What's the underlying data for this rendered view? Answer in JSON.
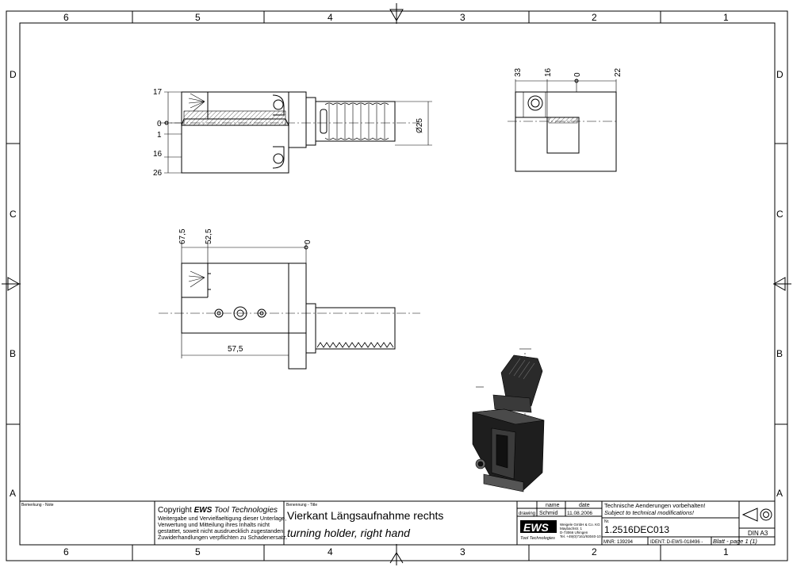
{
  "zones": {
    "columns": [
      "6",
      "5",
      "4",
      "3",
      "2",
      "1"
    ],
    "rows": [
      "D",
      "C",
      "B",
      "A"
    ]
  },
  "front_view": {
    "dims_left": [
      "17",
      "0",
      "1",
      "16",
      "26"
    ],
    "diameter": "Ø25"
  },
  "side_view": {
    "dims_top": [
      "33",
      "16",
      "0",
      "22"
    ]
  },
  "top_view": {
    "dims_top": [
      "67,5",
      "52,5",
      "0"
    ],
    "dim_bottom": "57,5"
  },
  "title_block": {
    "remark_label": "Bemerkung - Note",
    "copyright_prefix": "Copyright ",
    "copyright_brand": "EWS",
    "copyright_suffix": " Tool Technologies",
    "copyright_lines": [
      "Weitergabe und Vervielfaeltigung dieser Unterlage,",
      "Verwertung und Mitteilung ihres Inhalts nicht",
      "gestattet, soweit nicht ausdruecklich zugestanden.",
      "Zuwiderhandlungen verpflichten zu Schadenersatz."
    ],
    "title_label": "Benennung - Title",
    "title_de": "Vierkant Längsaufnahme rechts",
    "title_en": "turning holder, right hand",
    "col_name": "name",
    "col_date": "date",
    "row_label": "drawing",
    "drawn_by": "Schmid",
    "drawn_date": "11.08.2006",
    "logo": "EWS",
    "logo_sub": "Tool Technologies",
    "company_lines": [
      "Weigele GmbH & Co. KG",
      "Maybachstr. 1",
      "D-73066 Uhingen",
      "Tel. +49(0)7161/93040-10"
    ],
    "changes_de": "Technische Aenderungen vorbehalten!",
    "changes_en": "Subject to technical modifications!",
    "nr_label": "Nr.",
    "part_no": "1.2516DEC013",
    "mnr": "MNR: 139294",
    "ident": "IDENT: D-EWS-018496 -",
    "sheet": "Blatt - page 1 (1)",
    "format": "DIN A3"
  }
}
